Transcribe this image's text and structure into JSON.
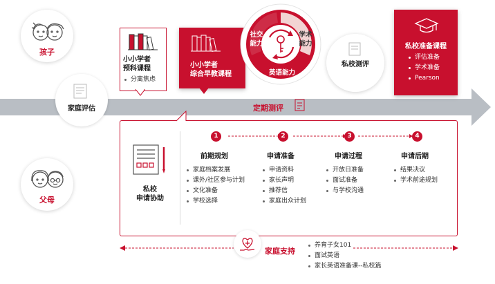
{
  "roles": {
    "child": "孩子",
    "parent": "父母"
  },
  "family_assessment": "家庭评估",
  "preschool": {
    "title_line1": "小小学者",
    "title_line2": "预科课程",
    "items": [
      "分离焦虑"
    ]
  },
  "comprehensive": {
    "title_line1": "小小学者",
    "title_line2": "综合早教课程"
  },
  "cycle": {
    "social": [
      "社交",
      "能力"
    ],
    "academic": [
      "学术",
      "能力"
    ],
    "english": "英语能力"
  },
  "school_test": "私校测评",
  "prep": {
    "title": "私校准备课程",
    "items": [
      "评估准备",
      "学术准备",
      "Pearson"
    ]
  },
  "periodic": "定期测评",
  "application": {
    "title_line1": "私校",
    "title_line2": "申请协助",
    "steps": [
      {
        "num": "1",
        "title": "前期规划",
        "items": [
          "家庭档案发展",
          "课外/社区参与计划",
          "文化准备",
          "学校选择"
        ]
      },
      {
        "num": "2",
        "title": "申请准备",
        "items": [
          "申请资料",
          "家长声明",
          "推荐信",
          "家庭出众计划"
        ]
      },
      {
        "num": "3",
        "title": "申请过程",
        "items": [
          "开放日准备",
          "面试准备",
          "与学校沟通"
        ]
      },
      {
        "num": "4",
        "title": "申请后期",
        "items": [
          "结果决议",
          "学术前途规划"
        ]
      }
    ]
  },
  "support": {
    "title": "家庭支持",
    "items": [
      "养育子女101",
      "面试英语",
      "家长英语准备课--私校篇"
    ]
  },
  "colors": {
    "accent": "#c8102e",
    "arrow": "#b9bec4"
  }
}
